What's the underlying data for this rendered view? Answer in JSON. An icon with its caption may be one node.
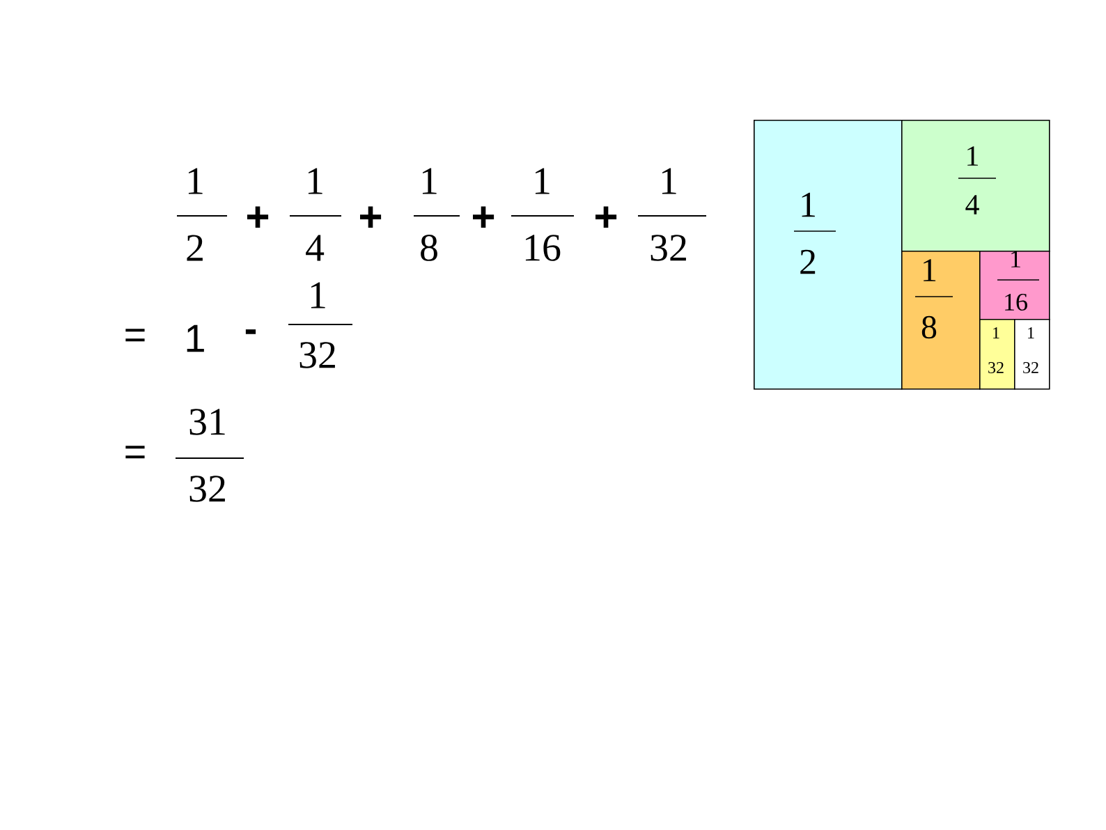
{
  "diagram": {
    "nodes": [
      {
        "text": [
          "1",
          "2"
        ]
      },
      {
        "text": [
          "1",
          "4"
        ]
      },
      {
        "text": [
          "1",
          "8"
        ]
      },
      {
        "text": [
          "1",
          "16"
        ]
      },
      {
        "text": [
          "1",
          "32"
        ]
      },
      {
        "text": [
          "1",
          "32"
        ]
      }
    ],
    "labels": [
      "1",
      "2",
      "+",
      "1",
      "4",
      "+",
      "1",
      "8",
      "+",
      "1",
      "16",
      "+",
      "1",
      "32",
      "=",
      "1",
      "-",
      "1",
      "32",
      "=",
      "31",
      "32"
    ]
  }
}
